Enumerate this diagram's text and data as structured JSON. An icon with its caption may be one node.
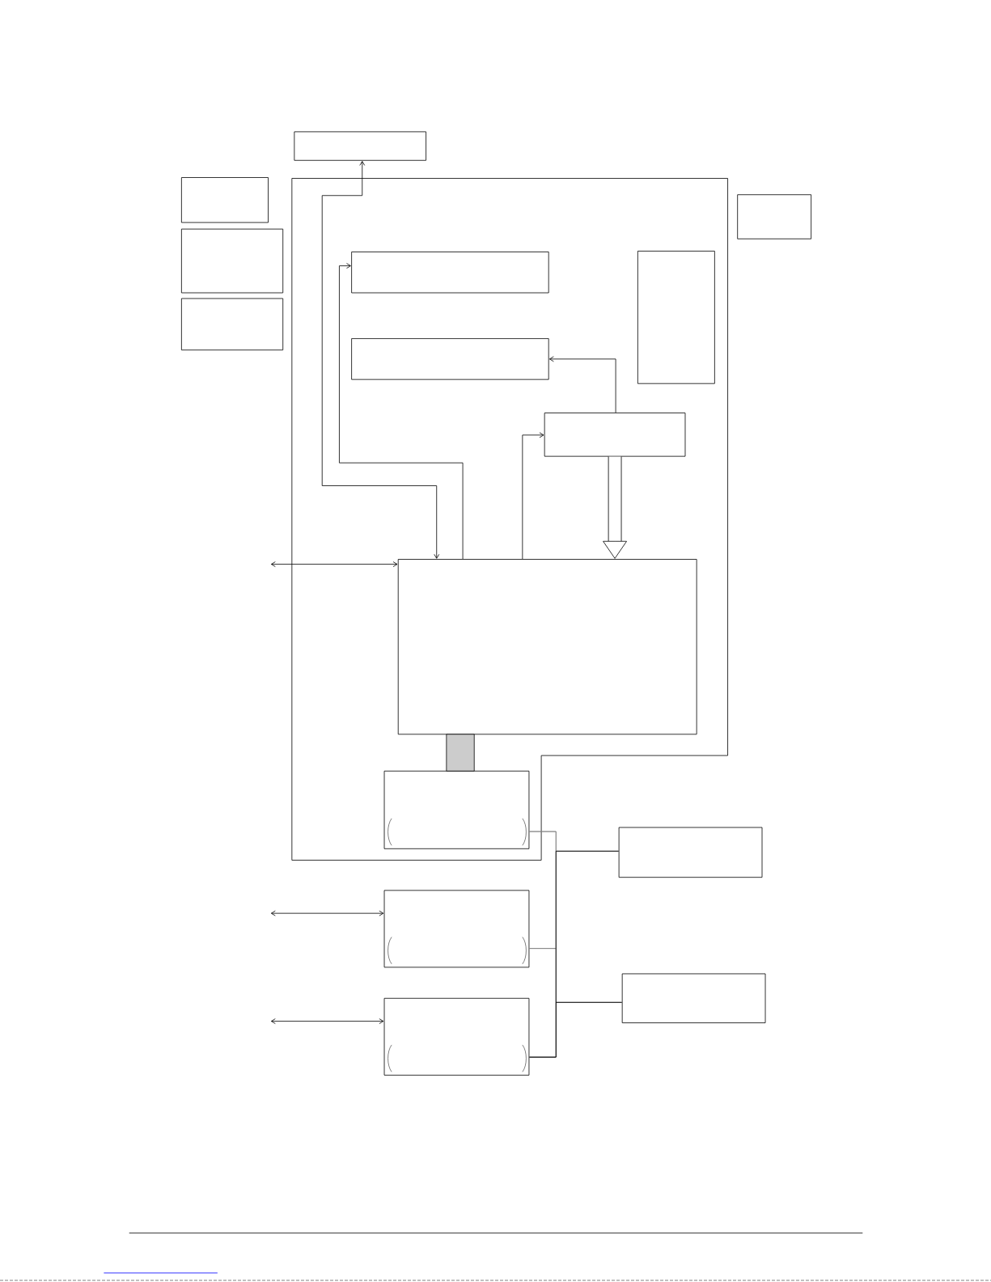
{
  "diagram": {
    "nodes": [
      {
        "text": [],
        "shape": "box"
      },
      {
        "text": [],
        "shape": "box"
      },
      {
        "text": [],
        "shape": "box"
      },
      {
        "text": [],
        "shape": "box"
      },
      {
        "text": [],
        "shape": "box"
      },
      {
        "text": [],
        "shape": "box"
      },
      {
        "text": [],
        "shape": "box",
        "in": 5
      },
      {
        "text": [],
        "shape": "box",
        "in": 5
      },
      {
        "text": [],
        "shape": "box",
        "in": 5
      },
      {
        "text": [],
        "shape": "box",
        "in": 5
      },
      {
        "text": [],
        "shape": "box",
        "in": 5
      },
      {
        "text": [],
        "shape": "box",
        "in": 5
      },
      {
        "text": [],
        "shape": "box"
      },
      {
        "text": [],
        "shape": "box"
      },
      {
        "text": [],
        "shape": "box"
      },
      {
        "text": [],
        "shape": "box"
      }
    ],
    "edges": [
      {
        "from": 0,
        "to": 10,
        "arrow": "both"
      },
      {
        "from": 10,
        "to": 6,
        "arrow": "to"
      },
      {
        "from": 10,
        "to": 9,
        "arrow": "to"
      },
      {
        "from": 9,
        "to": 7,
        "arrow": "to"
      },
      {
        "from": 9,
        "to": 10,
        "arrow": "to",
        "style": "thick"
      },
      {
        "from": null,
        "to": 10,
        "arrow": "both"
      },
      {
        "from": null,
        "to": 12,
        "arrow": "both"
      },
      {
        "from": null,
        "to": 13,
        "arrow": "both"
      },
      {
        "from": 11,
        "to": 14,
        "arrow": "none",
        "color": "#808080"
      },
      {
        "from": 11,
        "to": 15,
        "arrow": "none",
        "color": "#808080"
      },
      {
        "from": 12,
        "to": 14,
        "arrow": "none",
        "color": "#808080"
      },
      {
        "from": 12,
        "to": 15,
        "arrow": "none",
        "color": "#808080"
      },
      {
        "from": 13,
        "to": 14,
        "arrow": "none"
      },
      {
        "from": 13,
        "to": 15,
        "arrow": "none"
      }
    ]
  }
}
